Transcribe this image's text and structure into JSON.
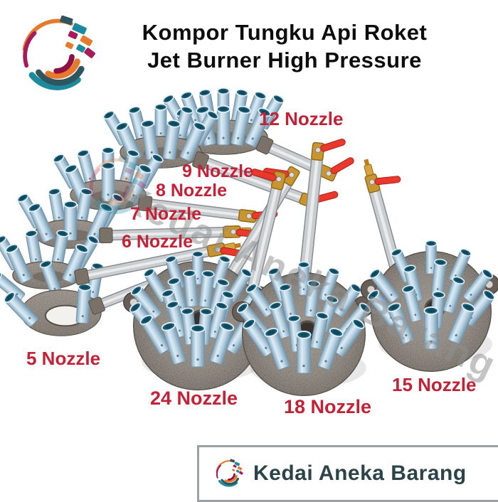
{
  "title": {
    "line1": "Kompor Tungku Api Roket",
    "line2": "Jet Burner High Pressure"
  },
  "products": [
    {
      "id": "n12",
      "label": "12 Nozzle",
      "count": 12
    },
    {
      "id": "n9",
      "label": "9 Nozzle",
      "count": 9
    },
    {
      "id": "n8",
      "label": "8 Nozzle",
      "count": 8
    },
    {
      "id": "n7",
      "label": "7 Nozzle",
      "count": 7
    },
    {
      "id": "n6",
      "label": "6 Nozzle",
      "count": 6
    },
    {
      "id": "n5",
      "label": "5 Nozzle",
      "count": 5
    },
    {
      "id": "n24",
      "label": "24 Nozzle",
      "count": 24
    },
    {
      "id": "n18",
      "label": "18 Nozzle",
      "count": 18
    },
    {
      "id": "n15",
      "label": "15 Nozzle",
      "count": 15
    }
  ],
  "watermark": {
    "text": "Kedai Aneka Barang"
  },
  "brand": {
    "name": "Kedai Aneka Barang"
  },
  "icons": {
    "logo": "globe-logo"
  },
  "colors": {
    "label_red": "#c32136",
    "title_black": "#0d0d0d",
    "watermark_gray": "#8f8f8f",
    "brand_text": "#2c4347",
    "brand_border_gray": "#9ba0a3",
    "logo_teal": "#1b8a9c",
    "logo_orange": "#e5792c",
    "logo_magenta": "#a81b5a",
    "logo_slate": "#2f5560",
    "tube_steel_blue": "#a9c9de",
    "tube_mouth_teal": "#1a6079",
    "base_iron_gray": "#6b645c",
    "pipe_silver": "#c9cdcf",
    "valve_brass": "#c9952f",
    "valve_lever_red": "#e8392c"
  }
}
